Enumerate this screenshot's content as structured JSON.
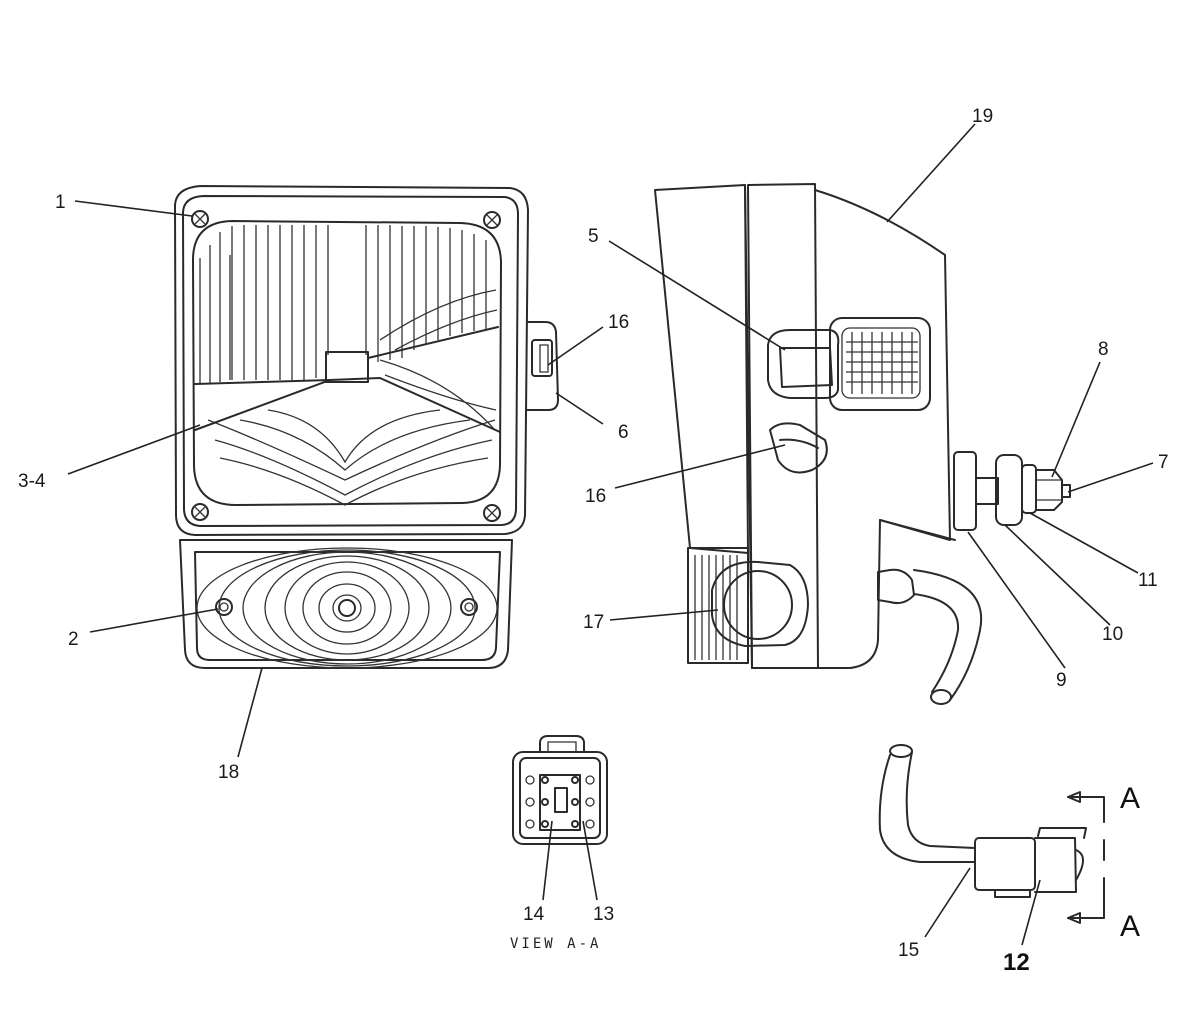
{
  "callouts": {
    "c1": "1",
    "c2": "2",
    "c3_4": "3-4",
    "c5": "5",
    "c6": "6",
    "c7": "7",
    "c8": "8",
    "c9": "9",
    "c10": "10",
    "c11": "11",
    "c12": "12",
    "c13": "13",
    "c14": "14",
    "c15": "15",
    "c16_front": "16",
    "c16_side": "16",
    "c17": "17",
    "c18": "18",
    "c19": "19"
  },
  "view_caption": "VIEW A-A",
  "section_markers": {
    "top": "A",
    "bottom": "A"
  }
}
